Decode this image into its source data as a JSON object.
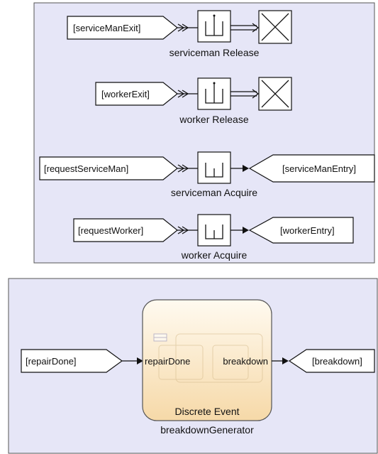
{
  "colors": {
    "panel_fill": "#e6e6f7",
    "panel_stroke": "#555555",
    "subsystem_fill_top": "#fffaf0",
    "subsystem_fill_bottom": "#f6d9a8",
    "subsystem_stroke": "#555555"
  },
  "top_panel": {
    "serviceman_release": {
      "from_tag": "[serviceManExit]",
      "caption": "serviceman Release",
      "terminator_icon": "x-terminator-icon"
    },
    "worker_release": {
      "from_tag": "[workerExit]",
      "caption": "worker Release",
      "terminator_icon": "x-terminator-icon"
    },
    "serviceman_acquire": {
      "from_tag": "[requestServiceMan]",
      "goto_tag": "[serviceManEntry]",
      "caption": "serviceman Acquire"
    },
    "worker_acquire": {
      "from_tag": "[requestWorker]",
      "goto_tag": "[workerEntry]",
      "caption": "worker Acquire"
    }
  },
  "bottom_panel": {
    "from_tag": "[repairDone]",
    "goto_tag": "[breakdown]",
    "subsystem": {
      "input_port": "repairDone",
      "output_port": "breakdown",
      "type_label": "Discrete Event",
      "name": "breakdownGenerator"
    }
  }
}
